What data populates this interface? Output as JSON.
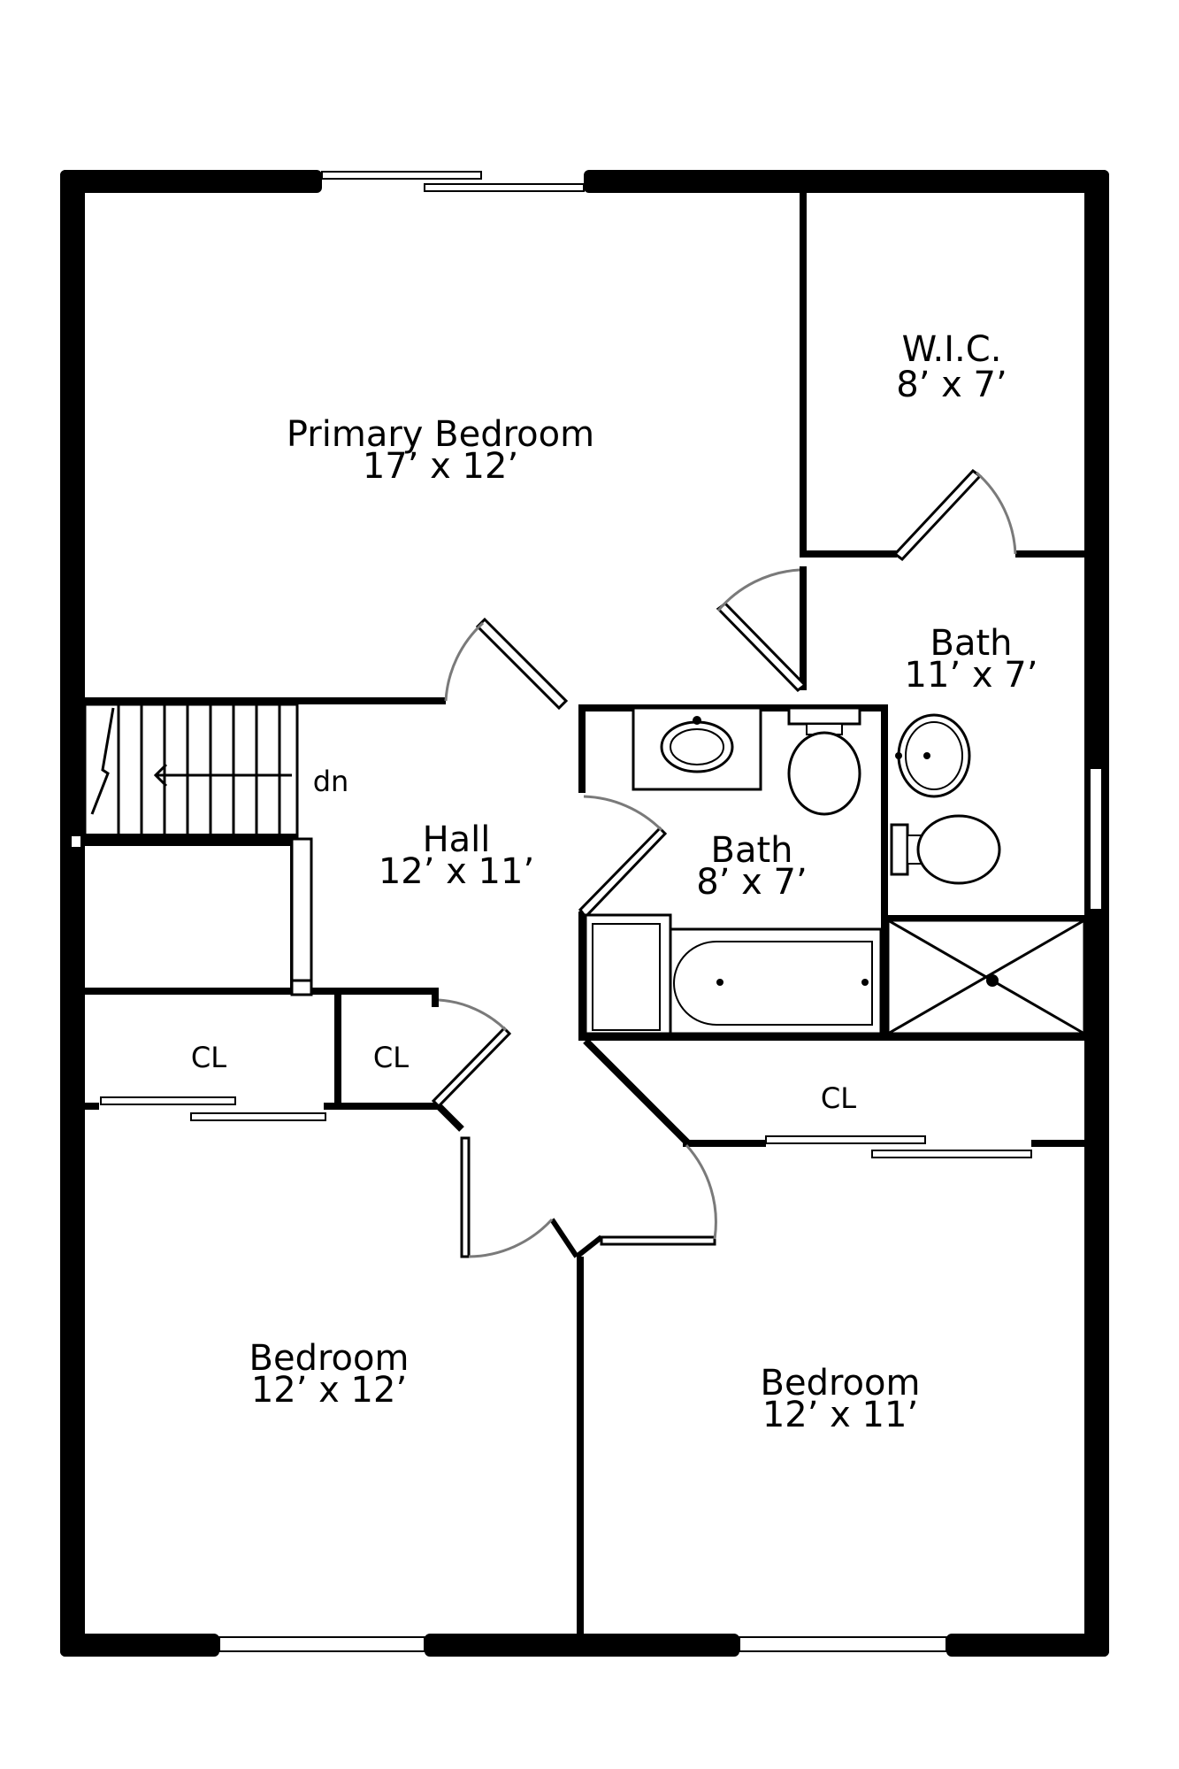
{
  "rooms": {
    "primary_bedroom": {
      "name": "Primary Bedroom",
      "dims": "17’ x 12’"
    },
    "wic": {
      "name": "W.I.C.",
      "dims": "8’ x 7’"
    },
    "primary_bath": {
      "name": "Bath",
      "dims": "11’ x 7’"
    },
    "hall_bath": {
      "name": "Bath",
      "dims": "8’ x 7’"
    },
    "hall": {
      "name": "Hall",
      "dims": "12’ x 11’"
    },
    "closet_left": {
      "name": "CL"
    },
    "closet_mid": {
      "name": "CL"
    },
    "closet_right": {
      "name": "CL"
    },
    "bedroom_left": {
      "name": "Bedroom",
      "dims": "12’ x 12’"
    },
    "bedroom_right": {
      "name": "Bedroom",
      "dims": "12’ x 11’"
    }
  },
  "stairs": {
    "label": "dn"
  },
  "colors": {
    "wall": "#000000",
    "door_swing": "#7a7a7a",
    "background": "#ffffff"
  }
}
